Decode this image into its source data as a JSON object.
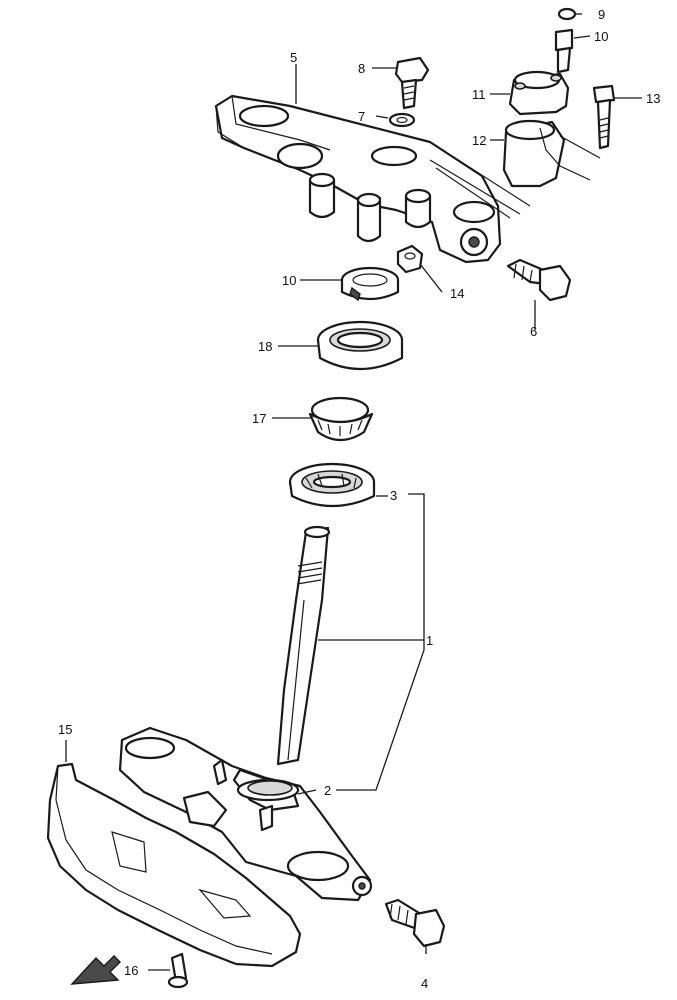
{
  "diagram": {
    "type": "exploded parts diagram",
    "callouts": {
      "c1": "1",
      "c2": "2",
      "c3": "3",
      "c4": "4",
      "c5": "5",
      "c6": "6",
      "c7": "7",
      "c8": "8",
      "c9": "9",
      "c10a": "10",
      "c10b": "10",
      "c11": "11",
      "c12": "12",
      "c13": "13",
      "c14": "14",
      "c15": "15",
      "c16": "16",
      "c17": "17",
      "c18": "18"
    },
    "parts": [
      "stem",
      "stem-seal",
      "lower-bearing",
      "bolt",
      "upper-bracket",
      "bracket-bolt",
      "washer",
      "handlebar-bolt",
      "cap",
      "washer",
      "handlebar-holder-upper",
      "handlebar-holder-lower",
      "handlebar-bolt-long",
      "nut",
      "lower-cover",
      "screw",
      "upper-bearing",
      "bearing-race-upper"
    ]
  }
}
